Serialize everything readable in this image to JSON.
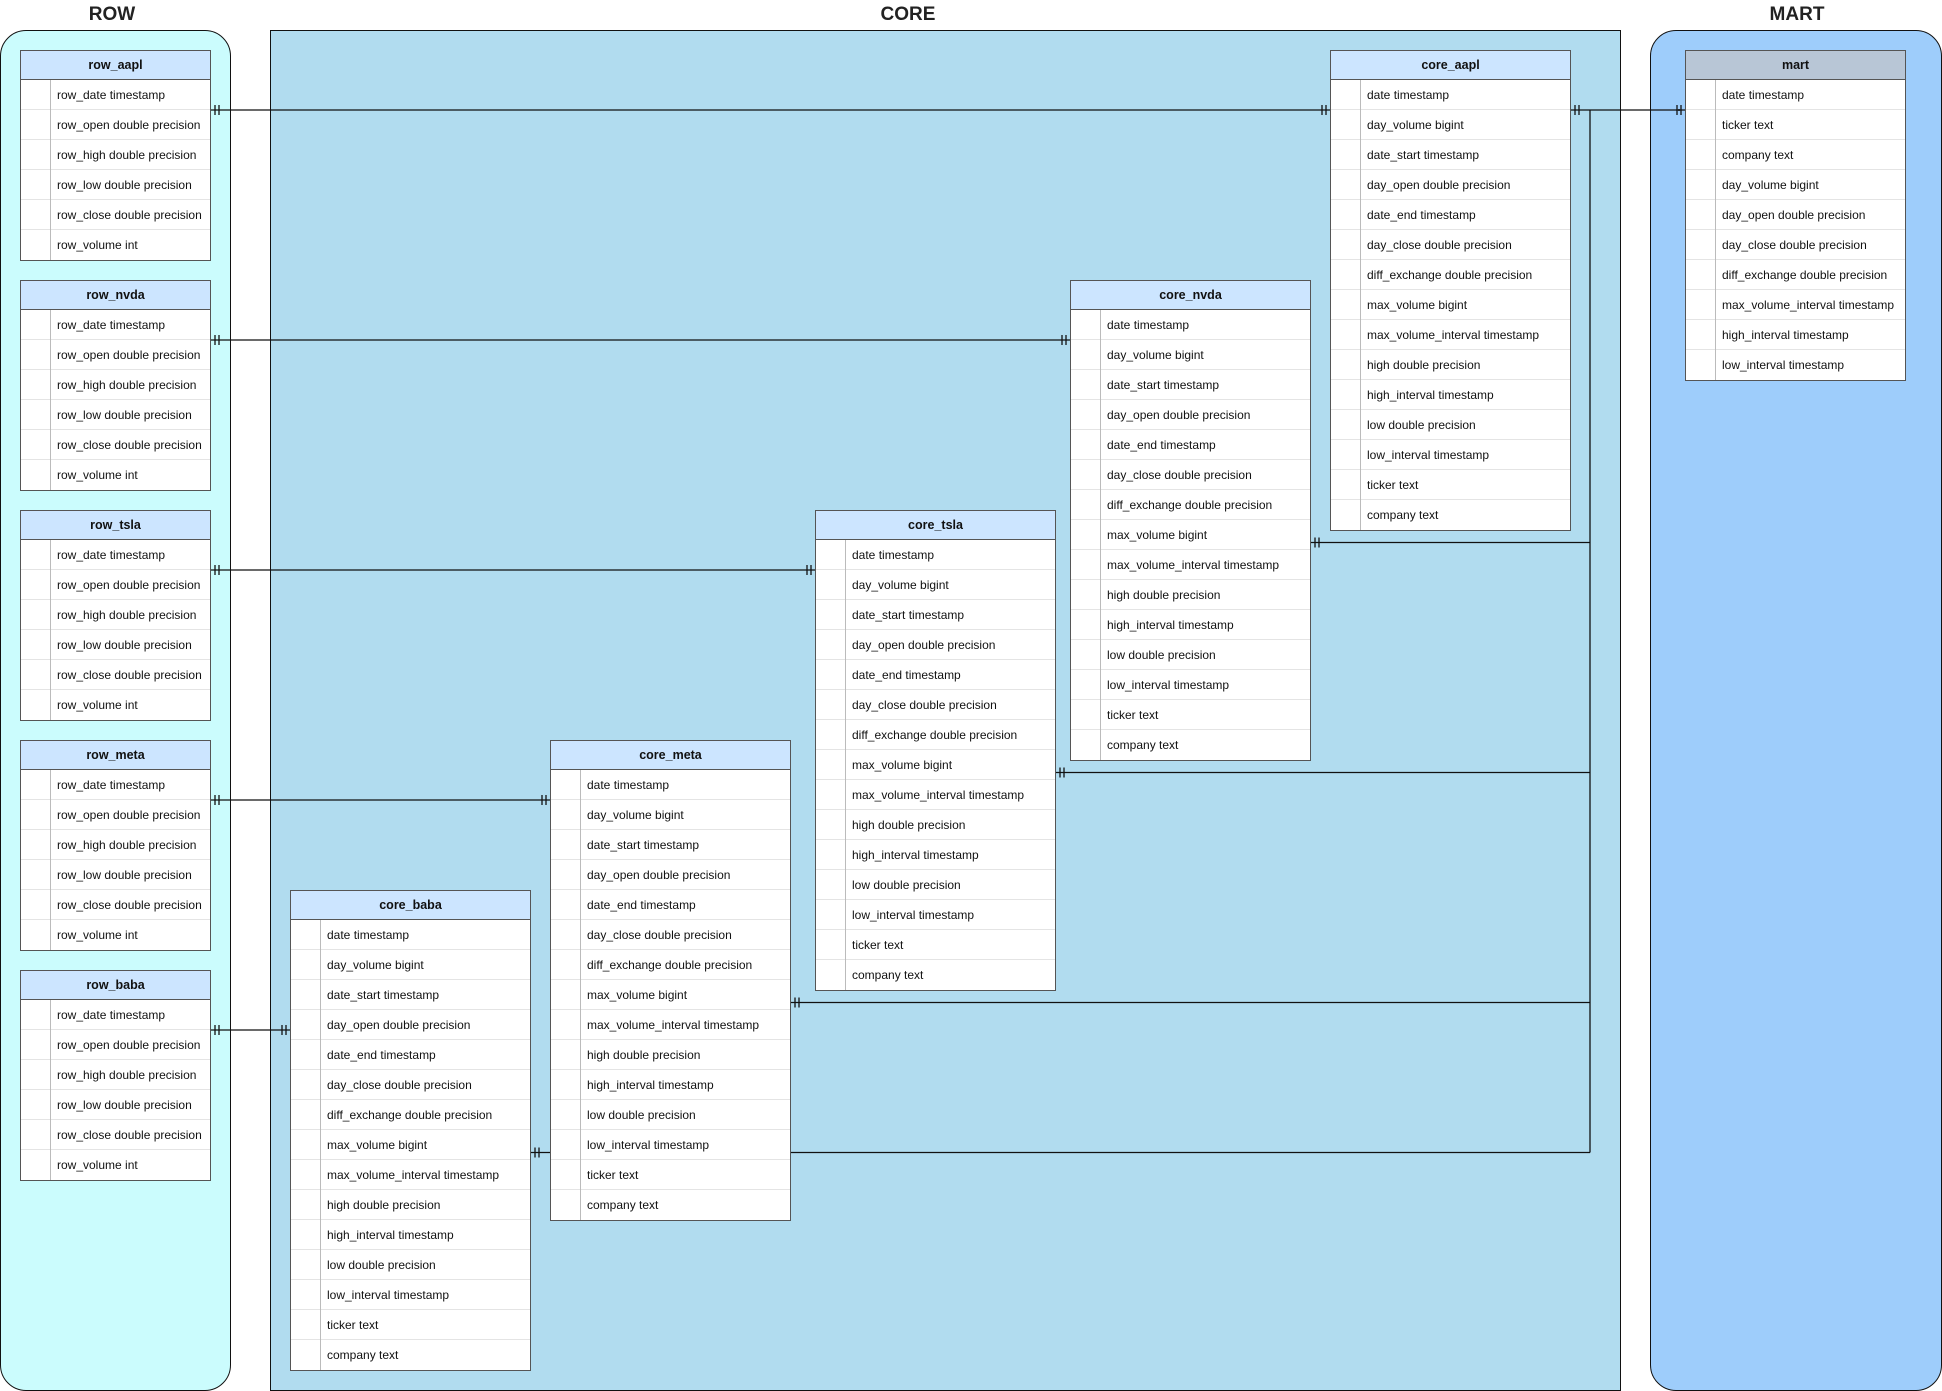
{
  "zones": {
    "row": {
      "label": "ROW",
      "fill": "#cbfcfd"
    },
    "core": {
      "label": "CORE",
      "fill": "#b1dcef"
    },
    "mart": {
      "label": "MART",
      "fill": "#9ecdfb"
    }
  },
  "colors": {
    "header_light": "#cce5ff",
    "header_mart": "#b8c6d6",
    "line": "#111111"
  },
  "fields": {
    "row": [
      "row_date timestamp",
      "row_open double precision",
      "row_high double precision",
      "row_low double precision",
      "row_close double precision",
      "row_volume int"
    ],
    "core": [
      "date timestamp",
      "day_volume bigint",
      "date_start timestamp",
      "day_open double precision",
      "date_end timestamp",
      "day_close double precision",
      "diff_exchange double precision",
      "max_volume bigint",
      "max_volume_interval timestamp",
      "high double precision",
      "high_interval timestamp",
      "low double precision",
      "low_interval timestamp",
      "ticker text",
      "company text"
    ],
    "mart": [
      "date timestamp",
      "ticker text",
      "company text",
      "day_volume bigint",
      "day_open double precision",
      "day_close double precision",
      "diff_exchange double precision",
      "max_volume_interval timestamp",
      "high_interval timestamp",
      "low_interval timestamp"
    ]
  },
  "tables": {
    "row_aapl": {
      "title": "row_aapl"
    },
    "row_nvda": {
      "title": "row_nvda"
    },
    "row_tsla": {
      "title": "row_tsla"
    },
    "row_meta": {
      "title": "row_meta"
    },
    "row_baba": {
      "title": "row_baba"
    },
    "core_aapl": {
      "title": "core_aapl"
    },
    "core_nvda": {
      "title": "core_nvda"
    },
    "core_tsla": {
      "title": "core_tsla"
    },
    "core_meta": {
      "title": "core_meta"
    },
    "core_baba": {
      "title": "core_baba"
    },
    "mart": {
      "title": "mart"
    }
  }
}
